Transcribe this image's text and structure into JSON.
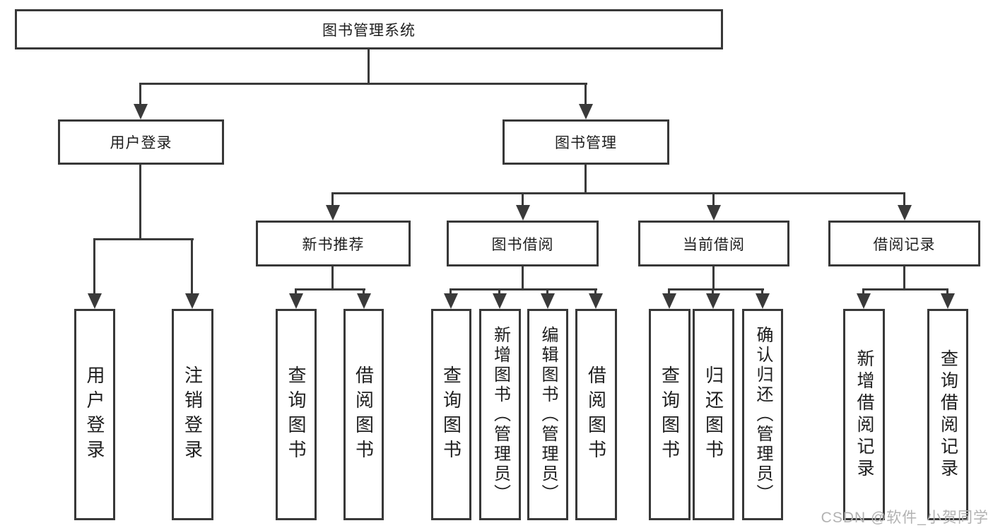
{
  "tree": {
    "root": "图书管理系统",
    "branches": [
      {
        "label": "用户登录",
        "children": [
          "用户登录",
          "注销登录"
        ]
      },
      {
        "label": "图书管理",
        "children": [
          {
            "label": "新书推荐",
            "children": [
              "查询图书",
              "借阅图书"
            ]
          },
          {
            "label": "图书借阅",
            "children": [
              "查询图书",
              "新增图书（管理员）",
              "编辑图书（管理员）",
              "借阅图书"
            ]
          },
          {
            "label": "当前借阅",
            "children": [
              "查询图书",
              "归还图书",
              "确认归还（管理员）"
            ]
          },
          {
            "label": "借阅记录",
            "children": [
              "新增借阅记录",
              "查询借阅记录"
            ]
          }
        ]
      }
    ]
  },
  "watermark": "CSDN @软件_小贺同学",
  "colors": {
    "line": "#3a3a3a",
    "border": "#383838",
    "text": "#1e1e1e",
    "watermark": "#b2b2b2",
    "background": "#ffffff"
  }
}
